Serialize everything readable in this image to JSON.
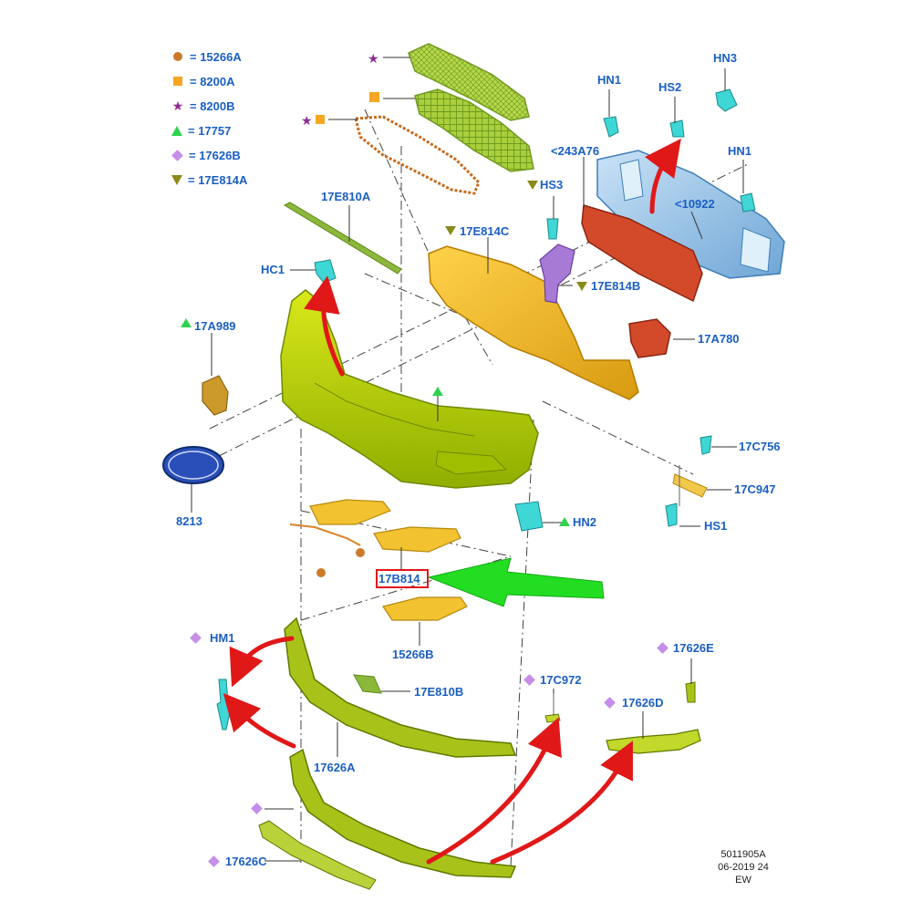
{
  "legend": [
    {
      "symbol": "circle",
      "color": "#cc7a2a",
      "text": "= 15266A"
    },
    {
      "symbol": "square",
      "color": "#f5a623",
      "text": "= 8200A"
    },
    {
      "symbol": "star",
      "color": "#8e2a8e",
      "text": "= 8200B"
    },
    {
      "symbol": "triangle-up",
      "color": "#2fd34f",
      "text": "= 17757"
    },
    {
      "symbol": "diamond",
      "color": "#c58ee8",
      "text": "= 17626B"
    },
    {
      "symbol": "triangle-down",
      "color": "#8a8a1a",
      "text": "= 17E814A"
    }
  ],
  "labels": {
    "hn1_top": "HN1",
    "hs2": "HS2",
    "hn3": "HN3",
    "c243a76": "<243A76",
    "hn1_right": "HN1",
    "c10922": "<10922",
    "e17e810a": "17E810A",
    "hs3": "HS3",
    "e17e814c": "17E814C",
    "hc1": "HC1",
    "e17e814b": "17E814B",
    "a17a989": "17A989",
    "a17a780": "17A780",
    "c17c756": "17C756",
    "c17c947": "17C947",
    "p8213": "8213",
    "hn2": "HN2",
    "hs1": "HS1",
    "b17b814": "17B814",
    "b15266b": "15266B",
    "hm1": "HM1",
    "e17626e": "17626E",
    "c17c972": "17C972",
    "e17e810b": "17E810B",
    "d17626d": "17626D",
    "a17626a": "17626A",
    "c17626c": "17626C"
  },
  "footer": {
    "code": "5011905A",
    "date": "06-2019 24",
    "tag": "EW"
  },
  "colors": {
    "label_blue": "#1a5fc4",
    "bumper_green": "#c8d400",
    "grille_green": "#a8cf3a",
    "bracket_yellow": "#f2b41a",
    "reinforcement_blue": "#9cc5e8",
    "absorber_red": "#d24a2a",
    "arrow_red": "#e01818",
    "pointer_green": "#22dd22",
    "clip_cyan": "#3fd6d6",
    "bracket_purple": "#a77ad6"
  }
}
